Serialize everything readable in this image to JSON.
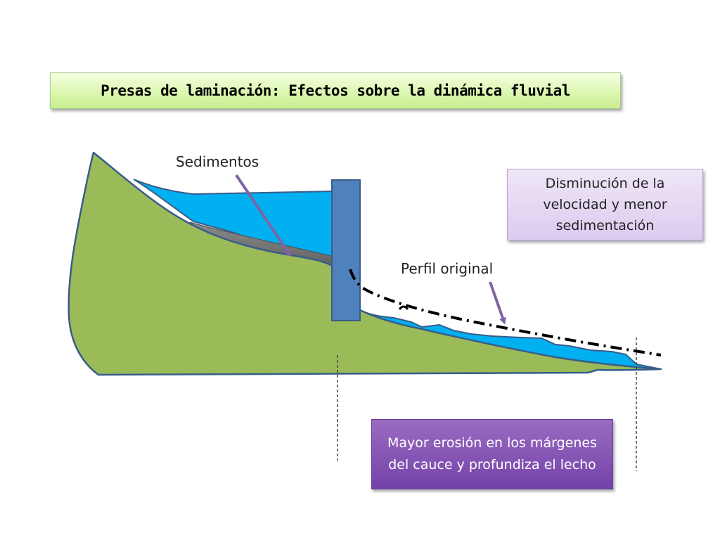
{
  "title": "Presas de laminación: Efectos sobre la dinámica fluvial",
  "labels": {
    "sediments": "Sedimentos",
    "original_profile": "Perfil original"
  },
  "callouts": {
    "velocity": "Disminución de la velocidad y menor sedimentación",
    "erosion": "Mayor erosión en los márgenes del cauce y profundiza el lecho"
  },
  "colors": {
    "terrain": "#9bbb59",
    "water": "#00b0f0",
    "sediment": "#7f7f7f",
    "dam": "#4f81bd",
    "outline": "#385d8a",
    "arrow": "#8064a2"
  }
}
